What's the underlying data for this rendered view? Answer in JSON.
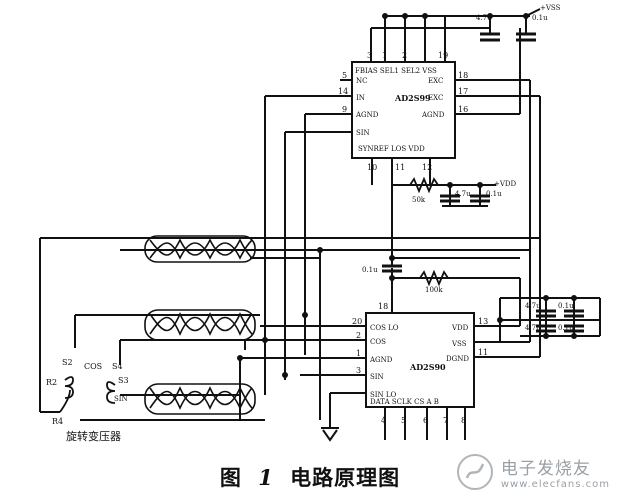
{
  "chip_top": {
    "name": "AD2S99",
    "pins_top": {
      "names": "FBIAS SEL1 SEL2 VSS",
      "n3": "3",
      "n1": "1",
      "n2": "2",
      "n19": "19"
    },
    "pins_left": [
      {
        "num": "5",
        "label": "NC"
      },
      {
        "num": "14",
        "label": "IN"
      },
      {
        "num": "9",
        "label": "AGND"
      },
      {
        "num": "",
        "label": "SIN"
      }
    ],
    "pins_right": [
      {
        "num": "18",
        "label": "EXC"
      },
      {
        "num": "17",
        "label": "EXC"
      },
      {
        "num": "16",
        "label": "AGND"
      }
    ],
    "pins_bottom": {
      "labels": "SYNREF  LOS  VDD",
      "n10": "10",
      "n11": "11",
      "n12": "12"
    }
  },
  "chip_bottom": {
    "name": "AD2S90",
    "pins_left": [
      {
        "num": "20",
        "label": "COS LO"
      },
      {
        "num": "2",
        "label": "COS"
      },
      {
        "num": "1",
        "label": "AGND"
      },
      {
        "num": "3",
        "label": "SIN"
      },
      {
        "num": "",
        "label": "SIN LO"
      }
    ],
    "pins_right": [
      {
        "num": "13",
        "label": "VDD"
      },
      {
        "num": "",
        "label": "VSS"
      },
      {
        "num": "11",
        "label": "DGND"
      }
    ],
    "pins_bottom_labels": "DATA SCLK  CS  A  B",
    "top_pin": "18",
    "bottom_nums": [
      "4",
      "5",
      "6",
      "7",
      "8"
    ]
  },
  "passives": {
    "cap_top_a": "4.7u",
    "cap_top_b": "0.1u",
    "vss": "+VSS",
    "res_50k": "50k",
    "cap_mid_a": "4.7u",
    "cap_mid_b": "0.1u",
    "vdd": "+VDD",
    "cap_01u": "0.1u",
    "res_100k": "100k",
    "cap_r1a": "4.7u",
    "cap_r1b": "0.1u",
    "cap_r2a": "4.7u",
    "cap_r2b": "0.1u"
  },
  "resolver": {
    "s2": "S2",
    "cos": "COS",
    "s4": "S4",
    "s3": "S3",
    "sin": "SIN",
    "r2": "R2",
    "r4": "R4",
    "label": "旋转变压器"
  },
  "caption": {
    "prefix": "图",
    "num": "1",
    "text": "电路原理图"
  },
  "watermark": {
    "brand": "电子发烧友",
    "site": "www.elecfans.com",
    "color": "#9aa0a6"
  }
}
